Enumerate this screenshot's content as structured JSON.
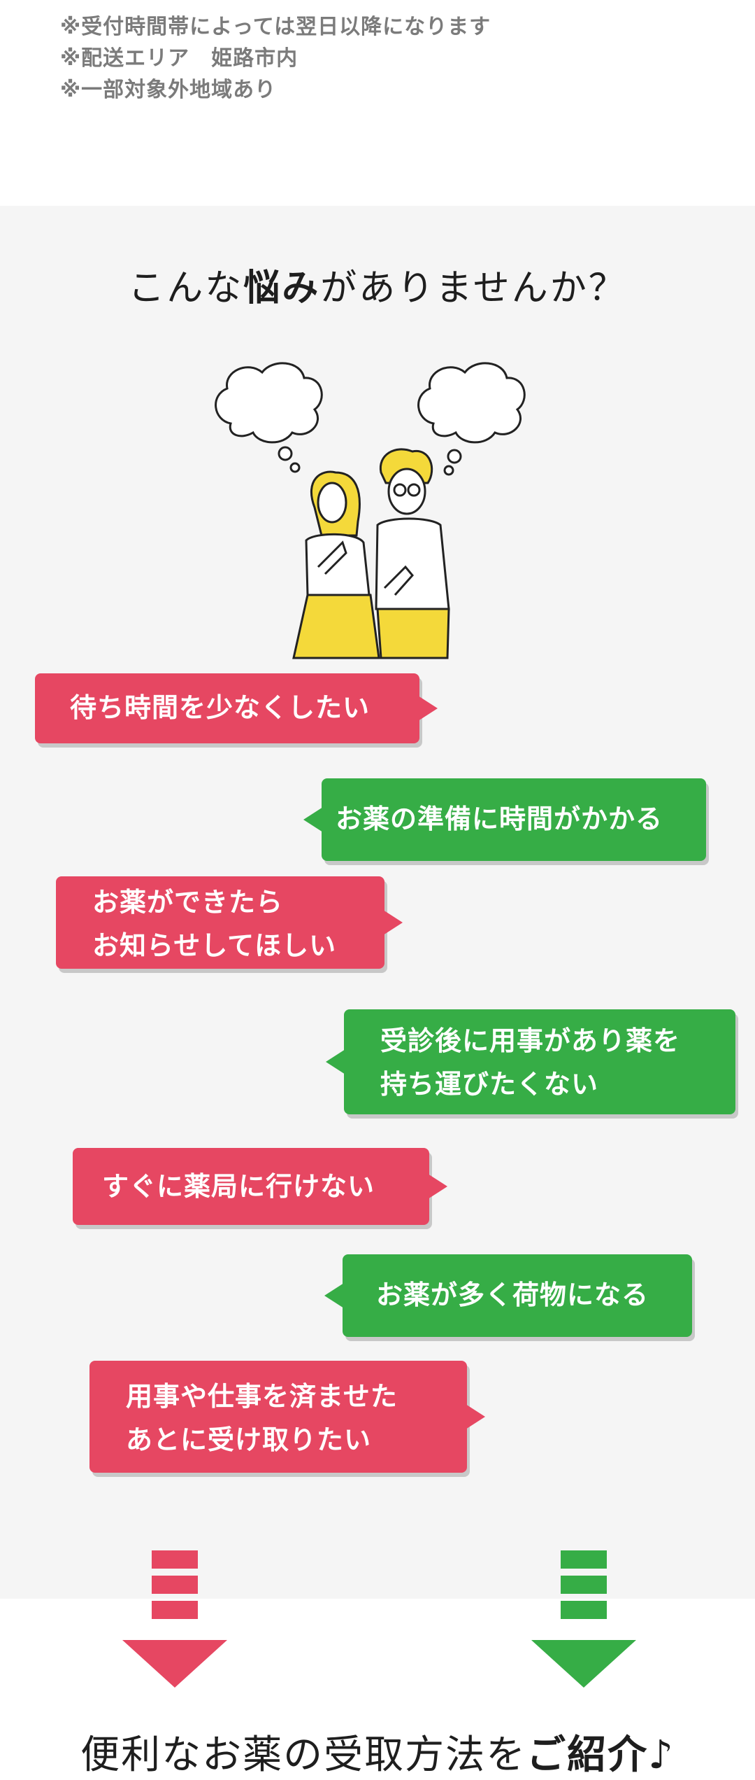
{
  "notes": [
    "※受付時間帯によっては翌日以降になります",
    "※配送エリア　姫路市内",
    "※一部対象外地域あり"
  ],
  "worries": {
    "title_before": "こんな",
    "title_emphasis": "悩み",
    "title_after": "がありませんか？",
    "bubbles": [
      {
        "color": "pink",
        "lines": [
          "待ち時間を少なくしたい"
        ]
      },
      {
        "color": "green",
        "lines": [
          "お薬の準備に時間がかかる"
        ]
      },
      {
        "color": "pink",
        "lines": [
          "お薬ができたら",
          "お知らせしてほしい"
        ]
      },
      {
        "color": "green",
        "lines": [
          "受診後に用事があり薬を",
          "持ち運びたくない"
        ]
      },
      {
        "color": "pink",
        "lines": [
          "すぐに薬局に行けない"
        ]
      },
      {
        "color": "green",
        "lines": [
          "お薬が多く荷物になる"
        ]
      },
      {
        "color": "pink",
        "lines": [
          "用事や仕事を済ませた",
          "あとに受け取りたい"
        ]
      }
    ]
  },
  "intro": {
    "title_before": "便利なお薬の受取方法を",
    "title_emphasis": "ご紹介",
    "title_after": "♪"
  },
  "colors": {
    "pink": "#e64762",
    "green": "#36ad46",
    "section_bg": "#f5f5f5",
    "skirt_yellow": "#f4d93a"
  },
  "icons": [
    "thought-bubble-icon",
    "worried-woman-figure",
    "worried-man-figure",
    "down-arrow-icon"
  ]
}
